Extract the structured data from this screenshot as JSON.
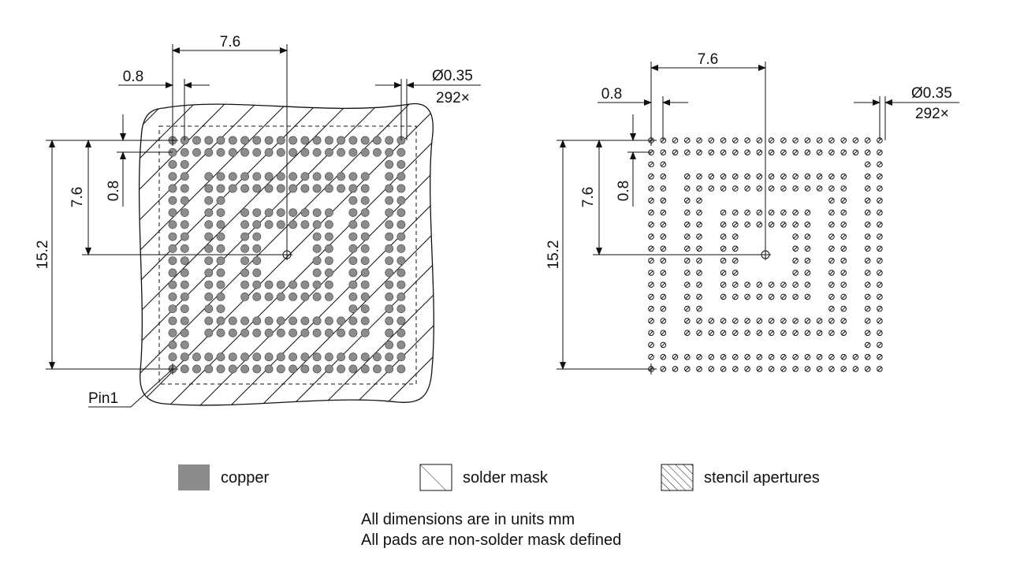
{
  "left_view": {
    "dims": {
      "pitch_top": "7.6",
      "pitch_small": "0.8",
      "diameter": "Ø0.35",
      "count": "292×",
      "height_side": "15.2",
      "half_side": "7.6",
      "pitch_side": "0.8"
    },
    "pin1_label": "Pin1"
  },
  "right_view": {
    "dims": {
      "pitch_top": "7.6",
      "pitch_small": "0.8",
      "diameter": "Ø0.35",
      "count": "292×",
      "height_side": "15.2",
      "half_side": "7.6",
      "pitch_side": "0.8"
    }
  },
  "legend": {
    "copper": "copper",
    "solder_mask": "solder mask",
    "stencil": "stencil apertures"
  },
  "notes": {
    "line1": "All dimensions are in units mm",
    "line2": "All pads are non-solder mask defined"
  },
  "colors": {
    "copper": "#8c8c8c",
    "line": "#111111"
  }
}
